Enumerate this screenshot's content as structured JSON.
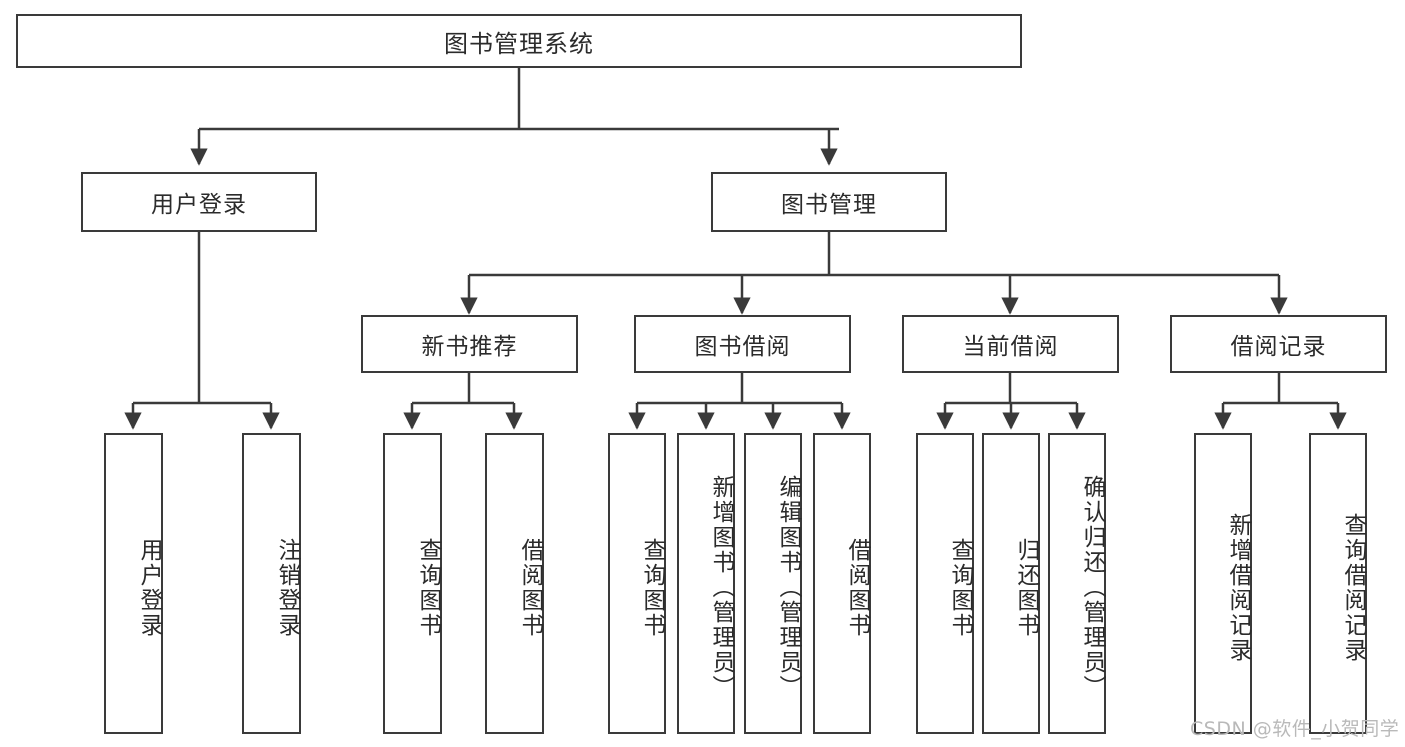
{
  "diagram": {
    "title_node": {
      "label": "图书管理系统"
    },
    "level2": [
      {
        "id": "user-login",
        "label": "用户登录"
      },
      {
        "id": "book-manage",
        "label": "图书管理"
      }
    ],
    "level3": [
      {
        "id": "new-book-rec",
        "label": "新书推荐"
      },
      {
        "id": "book-borrow",
        "label": "图书借阅"
      },
      {
        "id": "current-borrow",
        "label": "当前借阅"
      },
      {
        "id": "borrow-record",
        "label": "借阅记录"
      }
    ],
    "leaves": [
      {
        "id": "leaf-user-login",
        "label": "用户登录"
      },
      {
        "id": "leaf-logout-login",
        "label": "注销登录"
      },
      {
        "id": "leaf-query-book-1",
        "label": "查询图书"
      },
      {
        "id": "leaf-borrow-book-1",
        "label": "借阅图书"
      },
      {
        "id": "leaf-query-book-2",
        "label": "查询图书"
      },
      {
        "id": "leaf-add-book",
        "label": "新增图书（管理员）"
      },
      {
        "id": "leaf-edit-book",
        "label": "编辑图书（管理员）"
      },
      {
        "id": "leaf-borrow-book-2",
        "label": "借阅图书"
      },
      {
        "id": "leaf-query-book-3",
        "label": "查询图书"
      },
      {
        "id": "leaf-return-book",
        "label": "归还图书"
      },
      {
        "id": "leaf-confirm-return",
        "label": "确认归还（管理员）"
      },
      {
        "id": "leaf-add-record",
        "label": "新增借阅记录"
      },
      {
        "id": "leaf-query-record",
        "label": "查询借阅记录"
      }
    ],
    "watermark": "CSDN @软件_小贺同学",
    "colors": {
      "stroke": "#3a3a3a",
      "background": "#ffffff",
      "text": "#2b2b2b",
      "watermark": "#b9b9b9"
    }
  }
}
